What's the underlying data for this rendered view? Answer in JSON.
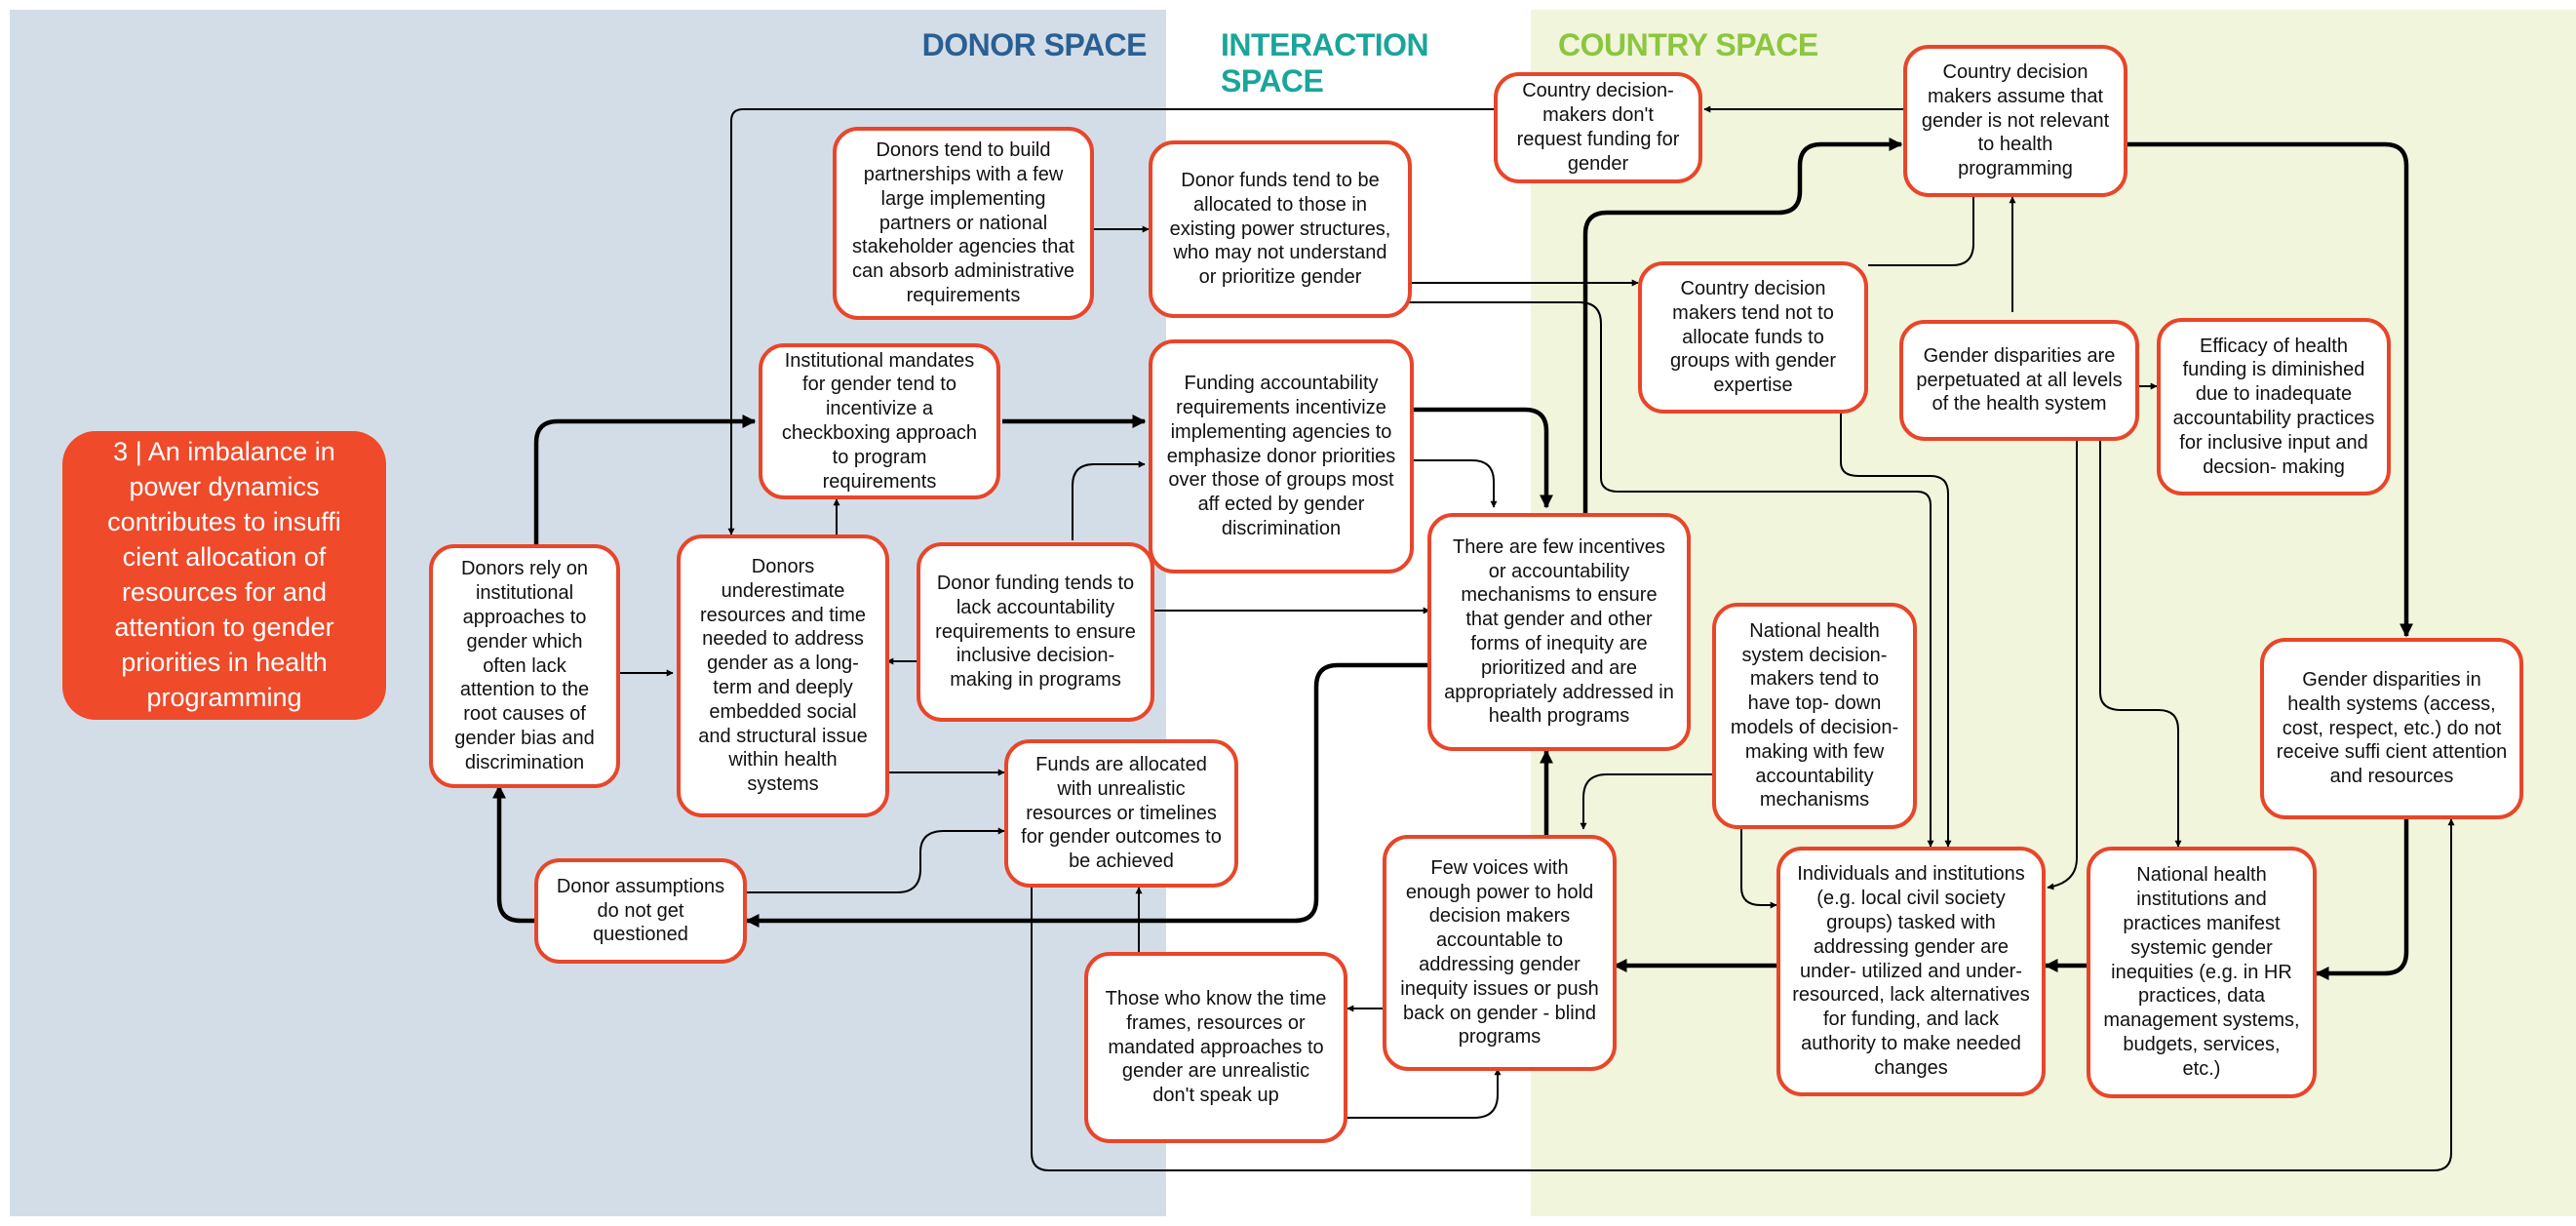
{
  "zones": {
    "donor": "DONOR SPACE",
    "interaction": "INTERACTION SPACE",
    "country": "COUNTRY SPACE"
  },
  "title": "3 | An imbalance in power dynamics contributes to insuffi cient allocation of resources for and attention to gender priorities in health programming",
  "nodes": {
    "build_partnerships": "Donors tend to build partnerships with a few large implementing partners or national stakeholder agencies that can absorb administrative requirements",
    "funds_allocated_power": "Donor funds tend to be allocated to those in existing power structures, who may not understand or prioritize gender",
    "no_request_funding": "Country decision-makers don't request funding for gender",
    "gender_not_relevant": "Country decision makers assume that gender is not relevant to health programming",
    "institutional_mandates": "Institutional mandates for gender tend to incentivize a checkboxing approach to program requirements",
    "funding_accountability": "Funding accountability requirements incentivize implementing agencies to emphasize donor priorities over those of groups most aff ected by gender discrimination",
    "not_allocate_expertise": "Country decision makers tend not to allocate funds to groups with gender expertise",
    "disparities_perpetuated": "Gender disparities are perpetuated at all levels of the health system",
    "efficacy_diminished": "Efficacy of health funding is diminished due to inadequate accountability practices for inclusive input and decsion- making",
    "donors_rely": "Donors rely on institutional approaches to gender which often lack attention to the root causes of gender bias and discrimination",
    "donors_underestimate": "Donors underestimate resources and time needed to address gender as a long-term and deeply embedded social and structural issue within health systems",
    "lack_accountability": "Donor funding tends to lack accountability requirements to ensure inclusive decision- making in programs",
    "few_incentives": "There are few incentives or accountability mechanisms to ensure that gender and other forms of inequity are prioritized and are appropriately addressed in health programs",
    "topdown_models": "National health system decision-makers tend to have top- down models of decision-making with few accountability mechanisms",
    "disparities_no_attention": "Gender disparities in health systems (access, cost, respect, etc.) do not receive suffi cient attention and resources",
    "unrealistic_funds": "Funds are allocated with unrealistic resources or timelines for gender outcomes to be achieved",
    "assumptions_unquestioned": "Donor assumptions do not get questioned",
    "few_voices": "Few voices with enough power to hold decision makers accountable to addressing gender inequity issues or push back on gender - blind programs",
    "individuals_underutilized": "Individuals and institutions (e.g. local civil society groups) tasked with addressing gender are under- utilized and under-resourced, lack alternatives for funding, and lack authority to make needed changes",
    "systemic_inequities": "National health institutions and practices manifest systemic gender inequities (e.g. in HR practices, data management systems, budgets, services, etc.)",
    "those_dont_speak": "Those who know the time frames, resources or mandated approaches to gender are unrealistic don't speak up"
  },
  "colors": {
    "accent": "#e8462a",
    "title_fill": "#ef4a2a",
    "donor_bg": "#d3dde8",
    "country_bg": "#f0f5dc",
    "donor_label": "#2a5f92",
    "interaction_label": "#1aa59a",
    "country_label": "#8cc63f"
  }
}
